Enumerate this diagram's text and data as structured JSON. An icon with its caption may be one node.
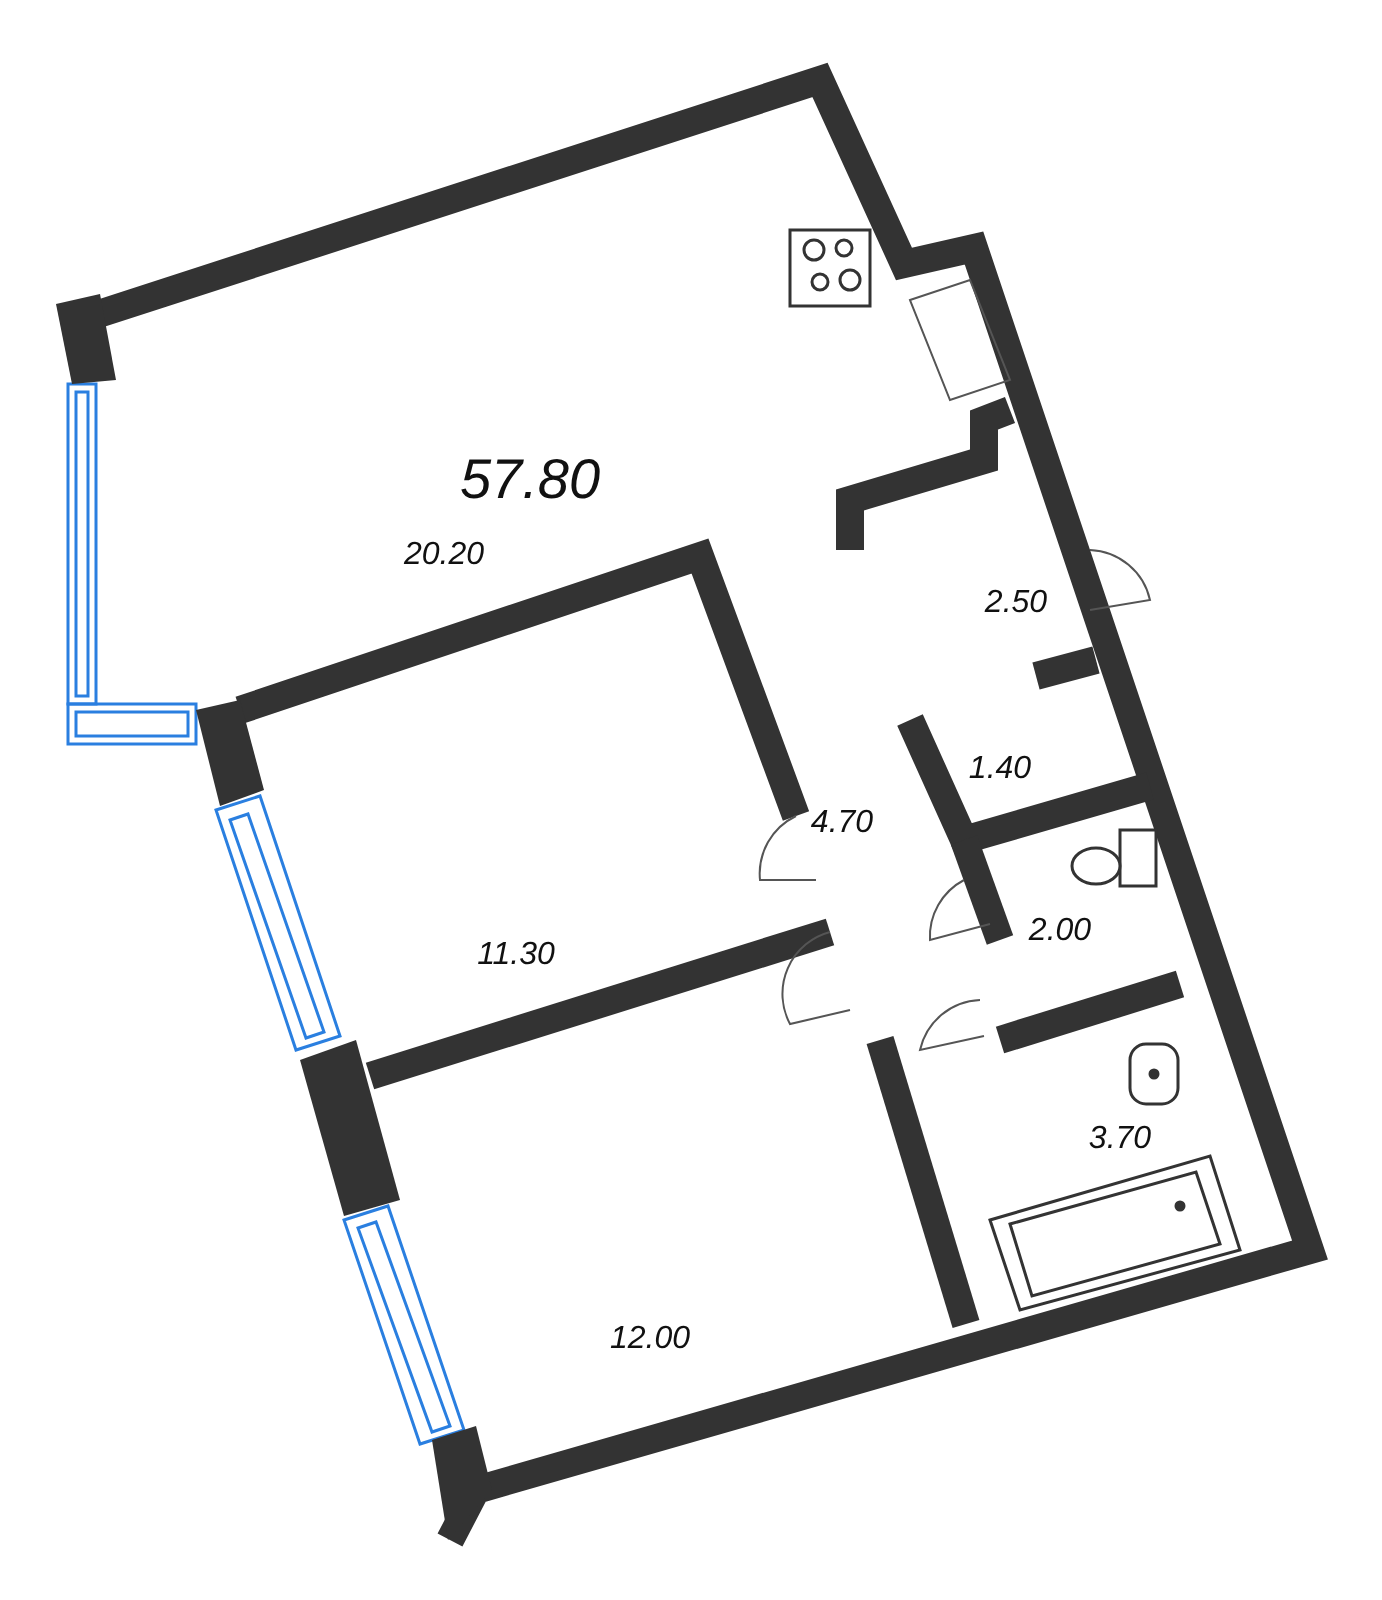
{
  "diagram": {
    "labels": [
      "57.80",
      "20.20",
      "2.50",
      "1.40",
      "4.70",
      "11.30",
      "2.00",
      "3.70",
      "12.00"
    ]
  }
}
